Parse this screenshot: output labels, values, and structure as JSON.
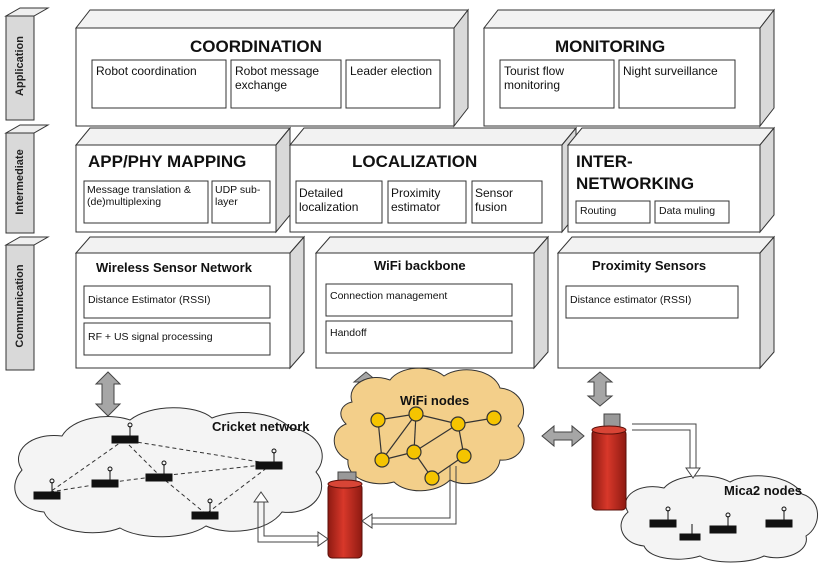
{
  "layers": {
    "application": "Application",
    "intermediate": "Intermediate",
    "communication": "Communication"
  },
  "application": {
    "coordination": {
      "title": "COORDINATION",
      "items": [
        "Robot coordination",
        "Robot message exchange",
        "Leader election"
      ]
    },
    "monitoring": {
      "title": "MONITORING",
      "items": [
        "Tourist flow monitoring",
        "Night surveillance"
      ]
    }
  },
  "intermediate": {
    "mapping": {
      "title": "APP/PHY MAPPING",
      "items": [
        "Message translation & (de)multiplexing",
        "UDP sub-layer"
      ]
    },
    "localization": {
      "title": "LOCALIZATION",
      "items": [
        "Detailed localization",
        "Proximity estimator",
        "Sensor fusion"
      ]
    },
    "internetworking": {
      "title_line1": "INTER-",
      "title_line2": "NETWORKING",
      "items": [
        "Routing",
        "Data muling"
      ]
    }
  },
  "communication": {
    "wsn": {
      "title": "Wireless Sensor Network",
      "items": [
        "Distance Estimator (RSSI)",
        "RF + US signal processing"
      ]
    },
    "wifi": {
      "title": "WiFi backbone",
      "items": [
        "Connection management",
        "Handoff"
      ]
    },
    "proximity": {
      "title": "Proximity Sensors",
      "items": [
        "Distance estimator (RSSI)"
      ]
    }
  },
  "networks": {
    "cricket": "Cricket network",
    "wifi_nodes": "WiFi nodes",
    "mica2": "Mica2 nodes"
  },
  "colors": {
    "box_face": "#ffffff",
    "box_side": "#d9d9d9",
    "box_top": "#f2f2f2",
    "layer_bar": "#d9d9d9",
    "arrow": "#a6a6a6",
    "cloud_white": "#f4f4f4",
    "cloud_wifi": "#f3cf8a",
    "wifi_node": "#f5c400",
    "robot_red": "#c8291e"
  }
}
